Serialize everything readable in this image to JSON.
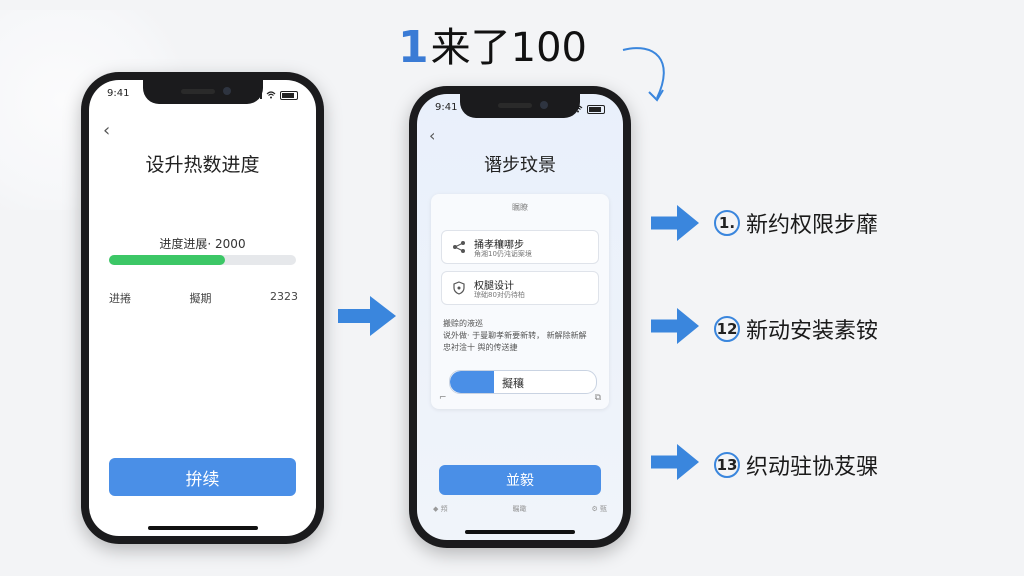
{
  "headline": {
    "num": "1",
    "text": "来了100"
  },
  "phone1": {
    "time": "9:41",
    "title": "设升热数进度",
    "progress_label": "进度进展· 2000",
    "progress_value": 0.62,
    "stats": [
      "进捲",
      "擬期",
      "2323"
    ],
    "button": "拚续",
    "accent": "#3cc766"
  },
  "phone2": {
    "time": "9:41",
    "title": "谮步玟景",
    "card_header": "瞩瞭",
    "items": [
      {
        "l1": "捅孝穰哪步",
        "l2": "角湘10仍沌诟案境"
      },
      {
        "l1": "权腿设计",
        "l2": "琼础80对仍待柏"
      }
    ],
    "desc": [
      "搬赊的液巡",
      "说外做· 于曼聊孝新要新转， 新解除新解",
      "忠衬淦十 舆的传送捷"
    ],
    "toggle": "擬穰",
    "button": "並毅",
    "tabs": [
      "◆ 頖",
      "瞩瞰",
      "⚙ 甄"
    ]
  },
  "steps": [
    {
      "num": "1.",
      "text": "新约权限步靡"
    },
    {
      "num": "12",
      "text": "新动安装素铵"
    },
    {
      "num": "13",
      "text": "织动驻协芨骒"
    }
  ],
  "colors": {
    "accent": "#3a86dd",
    "button": "#4a8fe7",
    "bg": "#f3f4f6"
  }
}
